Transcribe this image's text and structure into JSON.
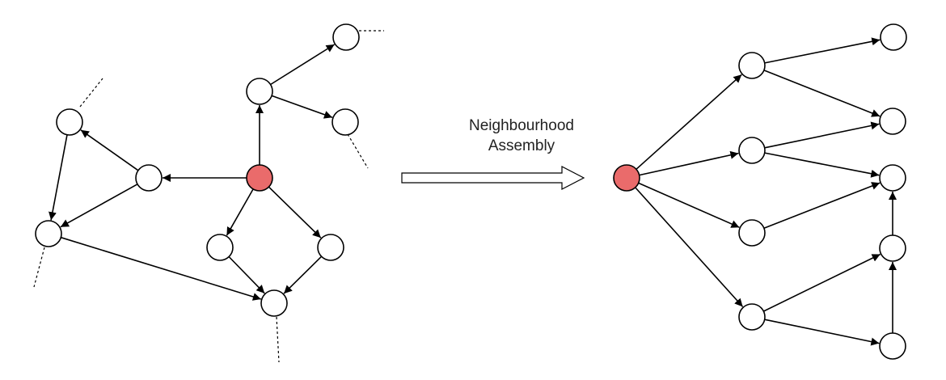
{
  "transform_label": [
    "Neighbourhood",
    "Assembly"
  ],
  "colors": {
    "center_fill": "#ea6b6b",
    "node_fill": "#ffffff",
    "stroke": "#000000"
  },
  "left_graph": {
    "nodes": [
      {
        "id": "center",
        "center": true
      },
      {
        "id": "n-top"
      },
      {
        "id": "n-top-right"
      },
      {
        "id": "n-right"
      },
      {
        "id": "n-mid-left"
      },
      {
        "id": "n-upper-left"
      },
      {
        "id": "n-lower-left"
      },
      {
        "id": "n-bottom-left"
      },
      {
        "id": "n-bottom-right"
      },
      {
        "id": "n-bottom"
      }
    ],
    "edges": [
      [
        "center",
        "n-top"
      ],
      [
        "n-top",
        "n-top-right"
      ],
      [
        "n-top",
        "n-right"
      ],
      [
        "center",
        "n-mid-left"
      ],
      [
        "n-mid-left",
        "n-upper-left"
      ],
      [
        "n-mid-left",
        "n-lower-left"
      ],
      [
        "n-upper-left",
        "n-lower-left"
      ],
      [
        "n-lower-left",
        "n-bottom"
      ],
      [
        "center",
        "n-bottom-left"
      ],
      [
        "center",
        "n-bottom-right"
      ],
      [
        "n-bottom-left",
        "n-bottom"
      ],
      [
        "n-bottom-right",
        "n-bottom"
      ]
    ]
  },
  "right_graph": {
    "nodes": [
      {
        "id": "center",
        "center": true
      },
      {
        "id": "m1"
      },
      {
        "id": "m2"
      },
      {
        "id": "m3"
      },
      {
        "id": "m4"
      },
      {
        "id": "r1"
      },
      {
        "id": "r2"
      },
      {
        "id": "r3"
      },
      {
        "id": "r4"
      },
      {
        "id": "r5"
      }
    ],
    "edges": [
      [
        "center",
        "m1"
      ],
      [
        "center",
        "m2"
      ],
      [
        "center",
        "m3"
      ],
      [
        "center",
        "m4"
      ],
      [
        "m1",
        "r1"
      ],
      [
        "m1",
        "r2"
      ],
      [
        "m2",
        "r2"
      ],
      [
        "m2",
        "r3"
      ],
      [
        "m3",
        "r3"
      ],
      [
        "m4",
        "r4"
      ],
      [
        "m4",
        "r5"
      ],
      [
        "r5",
        "r4"
      ],
      [
        "r4",
        "r3"
      ]
    ]
  }
}
